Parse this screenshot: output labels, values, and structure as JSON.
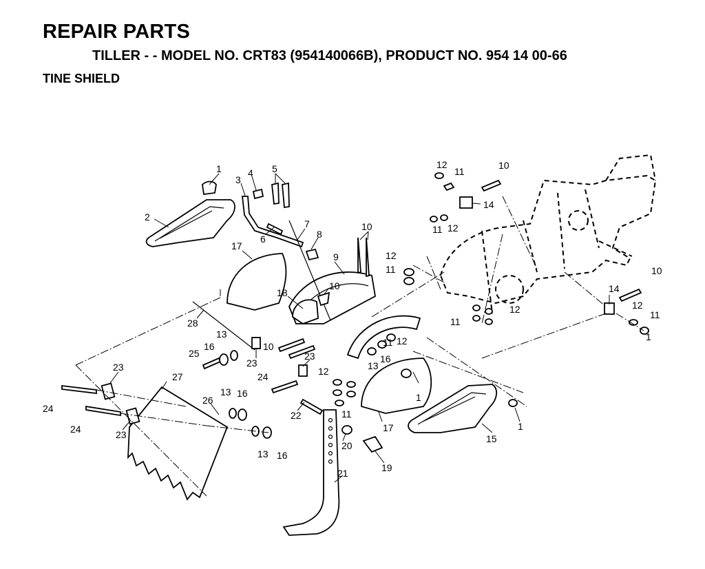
{
  "header": {
    "title": "REPAIR PARTS",
    "subtitle": "TILLER - - MODEL NO. CRT83 (954140066B), PRODUCT NO. 954 14 00-66",
    "section": "TINE SHIELD"
  },
  "callouts": [
    {
      "id": "c1a",
      "label": "1"
    },
    {
      "id": "c2",
      "label": "2"
    },
    {
      "id": "c3",
      "label": "3"
    },
    {
      "id": "c4",
      "label": "4"
    },
    {
      "id": "c5",
      "label": "5"
    },
    {
      "id": "c6",
      "label": "6"
    },
    {
      "id": "c7",
      "label": "7"
    },
    {
      "id": "c8",
      "label": "8"
    },
    {
      "id": "c9",
      "label": "9"
    },
    {
      "id": "c10a",
      "label": "10"
    },
    {
      "id": "c10b",
      "label": "10"
    },
    {
      "id": "c10c",
      "label": "10"
    },
    {
      "id": "c10d",
      "label": "10"
    },
    {
      "id": "c10e",
      "label": "10"
    },
    {
      "id": "c11a",
      "label": "11"
    },
    {
      "id": "c11b",
      "label": "11"
    },
    {
      "id": "c11c",
      "label": "11"
    },
    {
      "id": "c11d",
      "label": "11"
    },
    {
      "id": "c11e",
      "label": "11"
    },
    {
      "id": "c11f",
      "label": "11"
    },
    {
      "id": "c11g",
      "label": "11"
    },
    {
      "id": "c12a",
      "label": "12"
    },
    {
      "id": "c12b",
      "label": "12"
    },
    {
      "id": "c12c",
      "label": "12"
    },
    {
      "id": "c12d",
      "label": "12"
    },
    {
      "id": "c12e",
      "label": "12"
    },
    {
      "id": "c12f",
      "label": "12"
    },
    {
      "id": "c12g",
      "label": "12"
    },
    {
      "id": "c13a",
      "label": "13"
    },
    {
      "id": "c13b",
      "label": "13"
    },
    {
      "id": "c13c",
      "label": "13"
    },
    {
      "id": "c13d",
      "label": "13"
    },
    {
      "id": "c14a",
      "label": "14"
    },
    {
      "id": "c14b",
      "label": "14"
    },
    {
      "id": "c15",
      "label": "15"
    },
    {
      "id": "c16a",
      "label": "16"
    },
    {
      "id": "c16b",
      "label": "16"
    },
    {
      "id": "c16c",
      "label": "16"
    },
    {
      "id": "c16d",
      "label": "16"
    },
    {
      "id": "c17a",
      "label": "17"
    },
    {
      "id": "c17b",
      "label": "17"
    },
    {
      "id": "c18",
      "label": "18"
    },
    {
      "id": "c19",
      "label": "19"
    },
    {
      "id": "c20",
      "label": "20"
    },
    {
      "id": "c21",
      "label": "21"
    },
    {
      "id": "c22",
      "label": "22"
    },
    {
      "id": "c23a",
      "label": "23"
    },
    {
      "id": "c23b",
      "label": "23"
    },
    {
      "id": "c23c",
      "label": "23"
    },
    {
      "id": "c23d",
      "label": "23"
    },
    {
      "id": "c24a",
      "label": "24"
    },
    {
      "id": "c24b",
      "label": "24"
    },
    {
      "id": "c24c",
      "label": "24"
    },
    {
      "id": "c25",
      "label": "25"
    },
    {
      "id": "c26",
      "label": "26"
    },
    {
      "id": "c27",
      "label": "27"
    },
    {
      "id": "c28",
      "label": "28"
    },
    {
      "id": "c1b",
      "label": "1"
    },
    {
      "id": "c1c",
      "label": "1"
    },
    {
      "id": "c1d",
      "label": "1"
    }
  ]
}
